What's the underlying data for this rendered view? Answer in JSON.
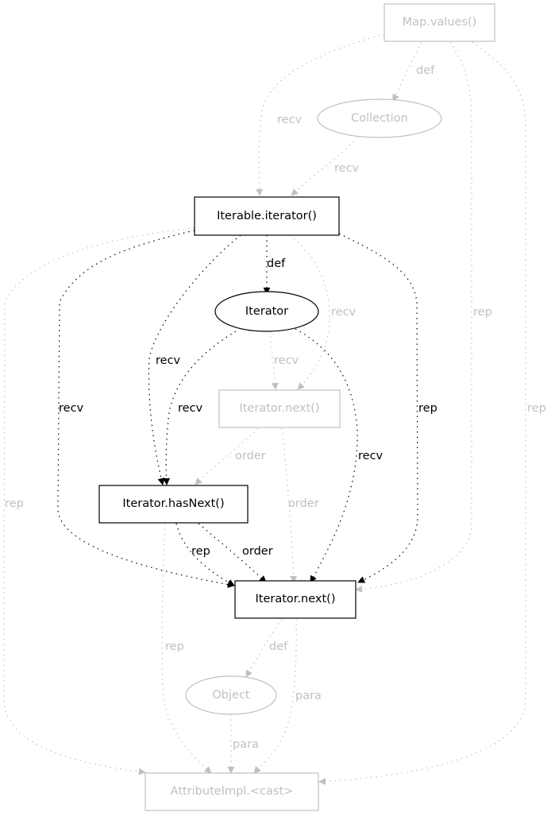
{
  "graph": {
    "colors": {
      "active": "#000000",
      "inactive": "#c0c0c0"
    },
    "nodes": [
      {
        "id": "map_values",
        "label": "Map.values()",
        "shape": "box",
        "active": false
      },
      {
        "id": "collection",
        "label": "Collection",
        "shape": "ellipse",
        "active": false
      },
      {
        "id": "iterable_iterator",
        "label": "Iterable.iterator()",
        "shape": "box",
        "active": true
      },
      {
        "id": "iterator",
        "label": "Iterator",
        "shape": "ellipse",
        "active": true
      },
      {
        "id": "iterator_next_upper",
        "label": "Iterator.next()",
        "shape": "box",
        "active": false
      },
      {
        "id": "iterator_hasnext",
        "label": "Iterator.hasNext()",
        "shape": "box",
        "active": true
      },
      {
        "id": "iterator_next",
        "label": "Iterator.next()",
        "shape": "box",
        "active": true
      },
      {
        "id": "object",
        "label": "Object",
        "shape": "ellipse",
        "active": false
      },
      {
        "id": "attributeimpl_cast",
        "label": "AttributeImpl.<cast>",
        "shape": "box",
        "active": false
      }
    ],
    "edges": [
      {
        "id": "e1",
        "from": "map_values",
        "to": "collection",
        "label": "def",
        "active": false
      },
      {
        "id": "e2",
        "from": "map_values",
        "to": "iterable_iterator",
        "label": "recv",
        "active": false
      },
      {
        "id": "e3",
        "from": "collection",
        "to": "iterable_iterator",
        "label": "recv",
        "active": false
      },
      {
        "id": "e4",
        "from": "map_values",
        "to": "iterator_next",
        "label": "rep",
        "active": false
      },
      {
        "id": "e5",
        "from": "map_values",
        "to": "attributeimpl_cast",
        "label": "rep",
        "active": false
      },
      {
        "id": "e6",
        "from": "iterable_iterator",
        "to": "iterator",
        "label": "def",
        "active": true
      },
      {
        "id": "e7",
        "from": "iterable_iterator",
        "to": "iterator_next_upper",
        "label": "recv",
        "active": false
      },
      {
        "id": "e8",
        "from": "iterable_iterator",
        "to": "iterator_hasnext",
        "label": "recv",
        "active": true
      },
      {
        "id": "e9",
        "from": "iterable_iterator",
        "to": "iterator_next",
        "label": "recv",
        "active": true
      },
      {
        "id": "e10",
        "from": "iterable_iterator",
        "to": "iterator_next",
        "label": "rep",
        "active": true
      },
      {
        "id": "e11",
        "from": "iterable_iterator",
        "to": "attributeimpl_cast",
        "label": "rep",
        "active": false
      },
      {
        "id": "e12",
        "from": "iterator",
        "to": "iterator_next_upper",
        "label": "recv",
        "active": false
      },
      {
        "id": "e13",
        "from": "iterator",
        "to": "iterator_hasnext",
        "label": "recv",
        "active": true
      },
      {
        "id": "e14",
        "from": "iterator",
        "to": "iterator_next",
        "label": "recv",
        "active": true
      },
      {
        "id": "e15",
        "from": "iterator_next_upper",
        "to": "iterator_hasnext",
        "label": "order",
        "active": false
      },
      {
        "id": "e16",
        "from": "iterator_next_upper",
        "to": "iterator_next",
        "label": "order",
        "active": false
      },
      {
        "id": "e17",
        "from": "iterator_hasnext",
        "to": "iterator_next",
        "label": "rep",
        "active": true
      },
      {
        "id": "e18",
        "from": "iterator_hasnext",
        "to": "iterator_next",
        "label": "order",
        "active": true
      },
      {
        "id": "e19",
        "from": "iterator_hasnext",
        "to": "attributeimpl_cast",
        "label": "rep",
        "active": false
      },
      {
        "id": "e20",
        "from": "iterator_next",
        "to": "object",
        "label": "def",
        "active": false
      },
      {
        "id": "e21",
        "from": "iterator_next",
        "to": "attributeimpl_cast",
        "label": "para",
        "active": false
      },
      {
        "id": "e22",
        "from": "object",
        "to": "attributeimpl_cast",
        "label": "para",
        "active": false
      }
    ]
  }
}
